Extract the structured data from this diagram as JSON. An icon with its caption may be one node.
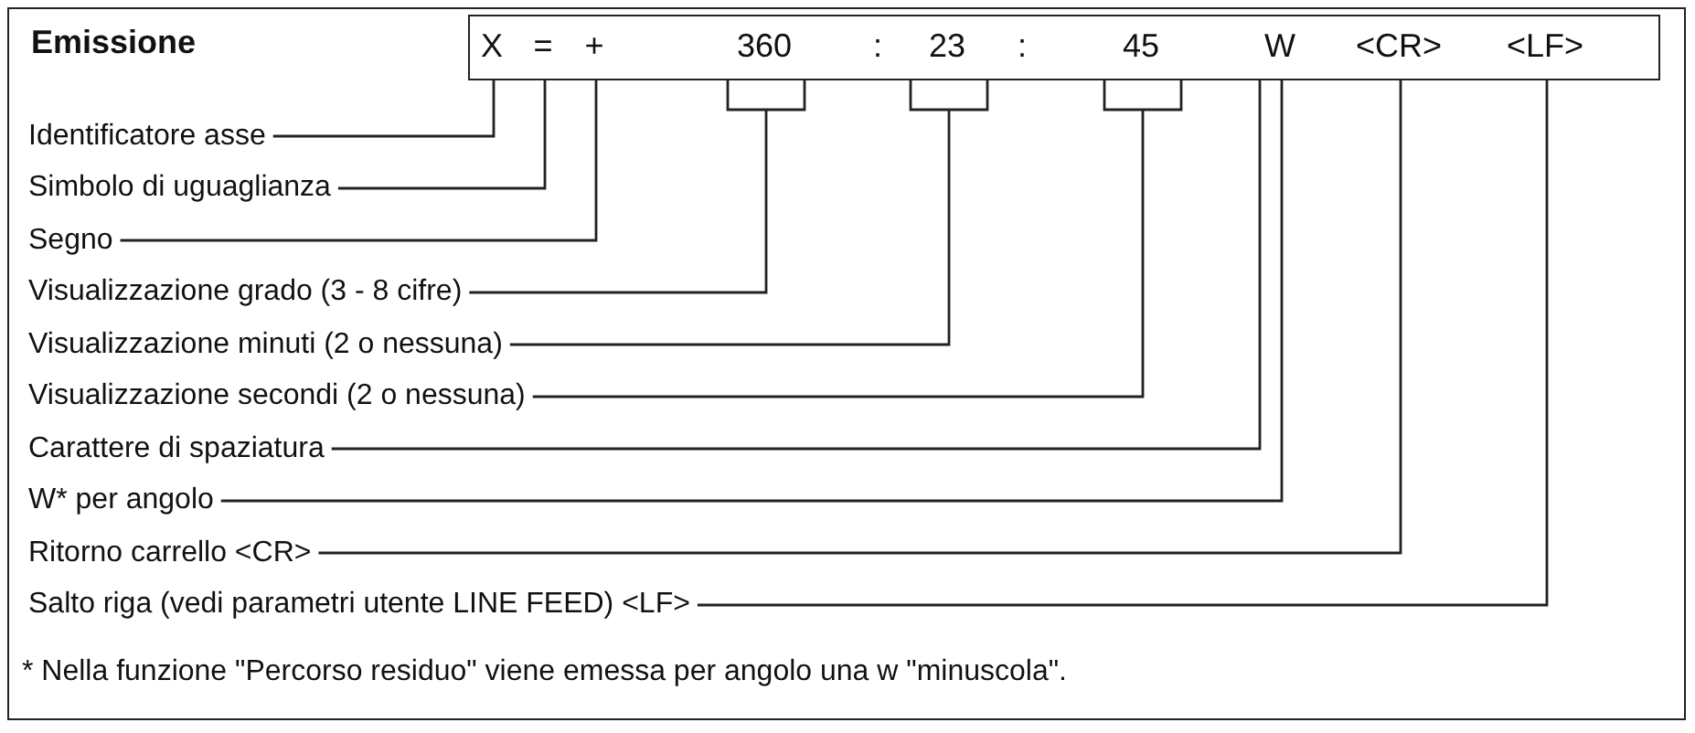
{
  "diagram": {
    "nodes": [
      {
        "text": [
          "Emissione"
        ]
      },
      {
        "text": [],
        "shape": "box",
        "in": 0
      },
      {
        "text": [
          "X"
        ],
        "in": 1
      },
      {
        "text": [
          "="
        ],
        "in": 1
      },
      {
        "text": [
          "+"
        ],
        "in": 1
      },
      {
        "text": [
          "360"
        ],
        "in": 1
      },
      {
        "text": [
          ":"
        ],
        "in": 1
      },
      {
        "text": [
          "23"
        ],
        "in": 1
      },
      {
        "text": [
          ":"
        ],
        "in": 1
      },
      {
        "text": [
          "45"
        ],
        "in": 1
      },
      {
        "text": [
          "W"
        ],
        "in": 1
      },
      {
        "text": [
          "<CR>"
        ],
        "in": 1
      },
      {
        "text": [
          "<LF>"
        ],
        "in": 1
      },
      {
        "text": [
          "Identificatore asse"
        ],
        "in": 0
      },
      {
        "text": [
          "Simbolo di uguaglianza"
        ],
        "in": 0
      },
      {
        "text": [
          "Segno"
        ],
        "in": 0
      },
      {
        "text": [
          "Visualizzazione grado (3 - 8 cifre)"
        ],
        "in": 0
      },
      {
        "text": [
          "Visualizzazione minuti (2 o nessuna)"
        ],
        "in": 0
      },
      {
        "text": [
          "Visualizzazione secondi (2 o nessuna)"
        ],
        "in": 0
      },
      {
        "text": [
          "Carattere di spaziatura"
        ],
        "in": 0
      },
      {
        "text": [
          "W* per angolo"
        ],
        "in": 0
      },
      {
        "text": [
          "Ritorno carrello <CR>"
        ],
        "in": 0
      },
      {
        "text": [
          "Salto riga (vedi parametri utente LINE FEED) <LF>"
        ],
        "in": 0
      }
    ],
    "edges": [
      {
        "from": 13,
        "to": 2,
        "arrow": "none"
      },
      {
        "from": 14,
        "to": 3,
        "arrow": "none"
      },
      {
        "from": 15,
        "to": 4,
        "arrow": "none"
      },
      {
        "from": 16,
        "to": 5,
        "arrow": "none"
      },
      {
        "from": 17,
        "to": 7,
        "arrow": "none"
      },
      {
        "from": 18,
        "to": 9,
        "arrow": "none"
      },
      {
        "from": 19,
        "to": 1,
        "arrow": "none"
      },
      {
        "from": 20,
        "to": 10,
        "arrow": "none"
      },
      {
        "from": 21,
        "to": 11,
        "arrow": "none"
      },
      {
        "from": 22,
        "to": 12,
        "arrow": "none"
      }
    ],
    "labels": [
      "* Nella funzione \"Percorso residuo\" viene emessa per angolo una w \"minuscola\"."
    ]
  }
}
